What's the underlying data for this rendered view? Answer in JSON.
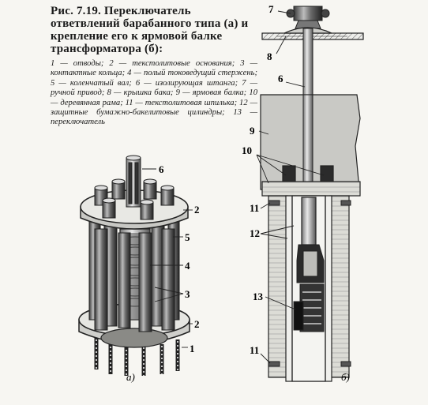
{
  "caption": {
    "figure_number": "Рис. 7.19.",
    "title": "Переключатель ответвлений барабанного типа (а) и крепление его к ярмовой балке трансформатора (б):",
    "legend": "1 — отводы; 2 — текстолитовые основания; 3 — контактные кольца; 4 — полый токоведущий стержень; 5 — коленчатый вал; 6 — изолирующая штанга; 7 — ручной привод; 8 — крышка бака; 9 — ярмовая балка; 10 — деревянная рама; 11 — текстолитовая шпилька; 12 — защитные бумажно-бакелитовые цилиндры; 13 — переключатель"
  },
  "figure_a": {
    "sublabel": "а)",
    "callouts": {
      "c6": "6",
      "c2top": "2",
      "c5": "5",
      "c4": "4",
      "c3": "3",
      "c2bot": "2",
      "c1": "1"
    }
  },
  "figure_b": {
    "sublabel": "б)",
    "callouts": {
      "c7": "7",
      "c8": "8",
      "c6": "6",
      "c9": "9",
      "c10": "10",
      "c11top": "11",
      "c12": "12",
      "c13": "13",
      "c11bot": "11"
    }
  }
}
